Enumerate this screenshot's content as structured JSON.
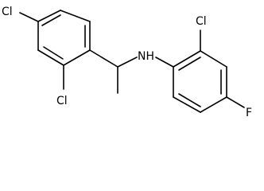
{
  "atom_labels": {
    "cl_left_ring_para": "Cl",
    "cl_left_ring_ortho": "Cl",
    "nh": "NH",
    "cl_right_ring_ortho": "Cl",
    "f_right_ring_para": "F"
  },
  "colors": {
    "bond": "#000000",
    "text": "#000000",
    "background": "#ffffff"
  }
}
